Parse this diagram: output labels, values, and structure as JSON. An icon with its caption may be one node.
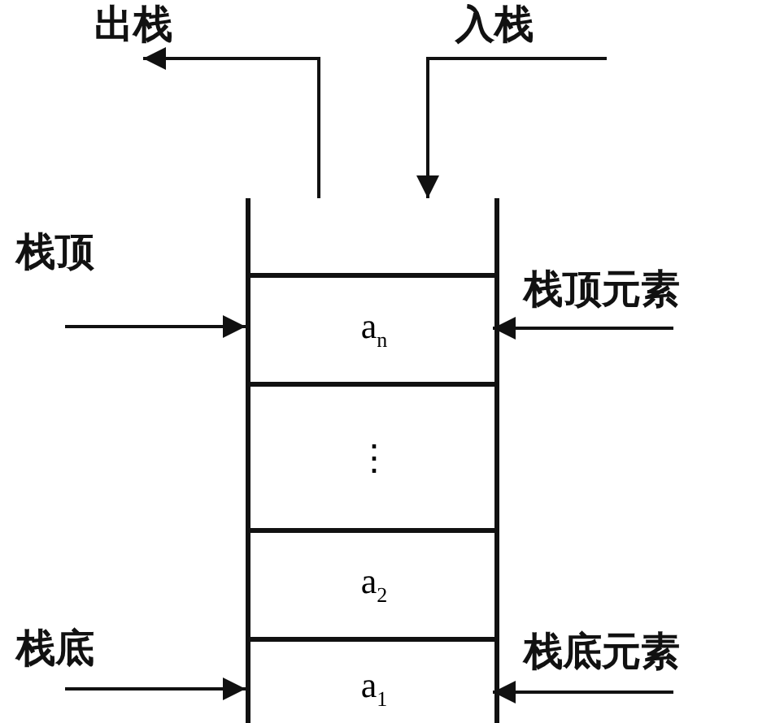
{
  "diagram": {
    "nodes": [
      {
        "text": [
          "出栈"
        ]
      },
      {
        "text": [
          "入栈"
        ]
      },
      {
        "text": [],
        "shape": "box"
      },
      {
        "text": [
          "a$_{n}$"
        ],
        "in": 2
      },
      {
        "text": [
          "⋮"
        ],
        "in": 2
      },
      {
        "text": [
          "a$_{2}$"
        ],
        "in": 2
      },
      {
        "text": [
          "a$_{1}$"
        ],
        "in": 2
      },
      {
        "text": [
          "栈顶"
        ]
      },
      {
        "text": [
          "栈顶元素"
        ]
      },
      {
        "text": [
          "栈底"
        ]
      },
      {
        "text": [
          "栈底元素"
        ]
      }
    ],
    "edges": [
      {
        "from": 2,
        "to": 0,
        "arrow": "to"
      },
      {
        "from": 1,
        "to": 2,
        "arrow": "to"
      },
      {
        "from": 7,
        "to": 3,
        "arrow": "to"
      },
      {
        "from": 8,
        "to": 3,
        "arrow": "to"
      },
      {
        "from": 9,
        "to": 6,
        "arrow": "to"
      },
      {
        "from": 10,
        "to": 6,
        "arrow": "to"
      }
    ]
  }
}
